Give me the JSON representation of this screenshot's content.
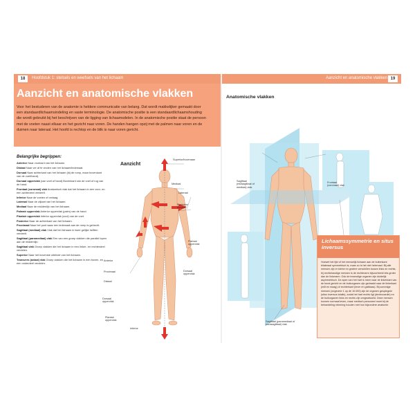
{
  "header": {
    "left_page_number": "18",
    "left_running_title": "Hoofdstuk 1: stelsels en weefsels van het lichaam",
    "right_running_title": "Aanzicht en anatomische vlakken",
    "right_page_number": "19"
  },
  "intro": {
    "title": "Aanzicht en anatomische vlakken",
    "paragraph": "Voor het bestuderen van de anatomie is heldere communicatie van belang. Dat wordt makkelijker gemaakt door een standaardlichaamsindeling en vaste terminologie. De anatomische positie is een standaardlichaamshouding die wordt gebruikt bij het beschrijven van de ligging van lichaamsdelen. In de anatomische positie staat de persoon met de voeten naast elkaar en het gezicht naar voren. De handen hangen opzij met de palmen naar voren en de duimen naar lateraal. Het hoofd is rechtop en de blik is naar voren gericht."
  },
  "terms": {
    "title": "Belangrijke begrippen:",
    "items": [
      {
        "term": "Anterior",
        "def": "Naar voorkant van het lichaam."
      },
      {
        "term": "Distaal",
        "def": "Naar ver af te vinden van het lichaam/ledemaat."
      },
      {
        "term": "Dorsaal",
        "def": "Naar achterkant van het lichaam (bij de romp, maar bovenkant van de voet/hand)."
      },
      {
        "term": "Dorsaal oppervlak",
        "def": "(van voet of hand) Bovenkant van de voet of rug van de hand."
      },
      {
        "term": "Frontaal (coronaal) vlak",
        "def": "Anatomisch vlak dat het lichaam in een voor- en een achterdeel verdeelt."
      },
      {
        "term": "Inferior",
        "def": "Naar de voeten of omlaag."
      },
      {
        "term": "Lateraal",
        "def": "Naar de zijkant van het lichaam."
      },
      {
        "term": "Mediaal",
        "def": "Naar de middenlijn van het lichaam."
      },
      {
        "term": "Palmair oppervlak",
        "def": "Anterior oppervlak (palm) van de hand."
      },
      {
        "term": "Plantair oppervlak",
        "def": "Inferior oppervlak (zool) van de voet."
      },
      {
        "term": "Posterior",
        "def": "Naar de achterkant van het lichaam."
      },
      {
        "term": "Proximaal",
        "def": "Naar het punt waar een ledemaat aan de romp is gehecht."
      },
      {
        "term": "Sagittaal (mediaal) vlak",
        "def": "Vlak dat het lichaam in twee gelijke helften verdeelt."
      },
      {
        "term": "Sagittaal (paramediaal) vlak",
        "def": "Een van een groep vlakken die parallel lopen aan de middenlijn."
      },
      {
        "term": "Sagittaal vlak",
        "def": "Groep vlakken die het lichaam in een linker- en rechterdeel verdelen."
      },
      {
        "term": "Superior",
        "def": "Naar het bovenste uiteinde van het lichaam."
      },
      {
        "term": "Transvers (axiaal) vlak",
        "def": "Groep vlakken die het lichaam in een boven- en een onderdeel verdelen."
      }
    ]
  },
  "figure_left": {
    "title": "Aanzicht",
    "labels": {
      "superior": "Superior/bovenaan",
      "mediaal": "Mediaal",
      "lateraal": "Lateraal",
      "posterior": "Posterior/\ndorsaal",
      "anterior": "Anterior",
      "proximaal": "Proximaal",
      "distaal": "Distaal",
      "palmair": "Palmair\noppervlak",
      "dorsaal_opp": "Dorsaal\noppervlak",
      "dorsaal_opp2": "Dorsaal\noppervlak",
      "plantair": "Plantair\noppervlak",
      "inferior": "Inferior"
    }
  },
  "figure_right": {
    "title": "Anatomische vlakken",
    "labels": {
      "sagittal_median": "Sagittaal\n(midsagittaal of\nmediaal) vlak",
      "frontal": "Frontaal\n(coronaal) vlak",
      "transverse": "Transvers\n(axiaal) vlak",
      "sagittal_para": "Sagittaal (paramediaal of\nparasagittaal) vlak"
    }
  },
  "symmetry": {
    "title": "Lichaamssymmetrie en situs inversus",
    "text": "Hoewel het lijkt of het menselijk lichaam aan de buitenkant bilateraal symmetrisch is, maar zo is het niet helemaal. Bij alle mensen zijn er kleine en grotere verschillen tussen links en rechts; bij rechtshandige mensen is de rechterarm bijvoorbeeld iets groter dan de linkerarm. Ook de inwendige organen zijn duidelijk asymmetrisch. De apex van het hart is meer naar de linkerkant van de borst gericht en de buikorganen zijn gedraaid naar de linkerkant (milt en maag) of rechterkant (lever en galblaas). Bij sommige mensen (ongeveer 1 op de 10.000) zijn de organen gespiegeld (situs inversus totalis), zodat het hart rechts ligt (dextrocardie) en de buikorganen links en rechts zijn omgewisseld. Deze mensen kunnen normaal leven, maar medisch personeel moet bij de behandeling rekening houden met hun bijzondere anatomie."
  },
  "colors": {
    "header_orange": "#f19a74",
    "intro_orange": "#f6a37d",
    "skin": "#f4c3a0",
    "arrow_red": "#e0352b",
    "plane_blue": "#9fd6ea"
  }
}
